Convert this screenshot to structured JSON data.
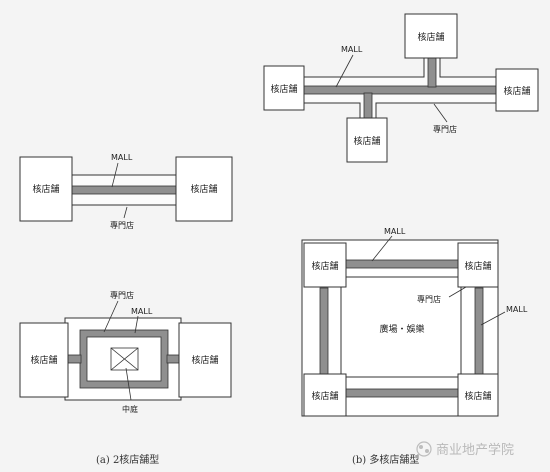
{
  "labels": {
    "anchor": "核店舗",
    "mall": "MALL",
    "specialty": "專門店",
    "courtyard": "中庭",
    "plaza": "廣場・娛樂"
  },
  "captions": {
    "a": "(a)  2核店舗型",
    "b": "(b)  多核店舗型"
  },
  "watermark": "商业地产学院",
  "colors": {
    "mall_fill": "#8f8f8f",
    "line": "#333333",
    "box_fill": "#ffffff",
    "background": "#f4f4f4"
  }
}
